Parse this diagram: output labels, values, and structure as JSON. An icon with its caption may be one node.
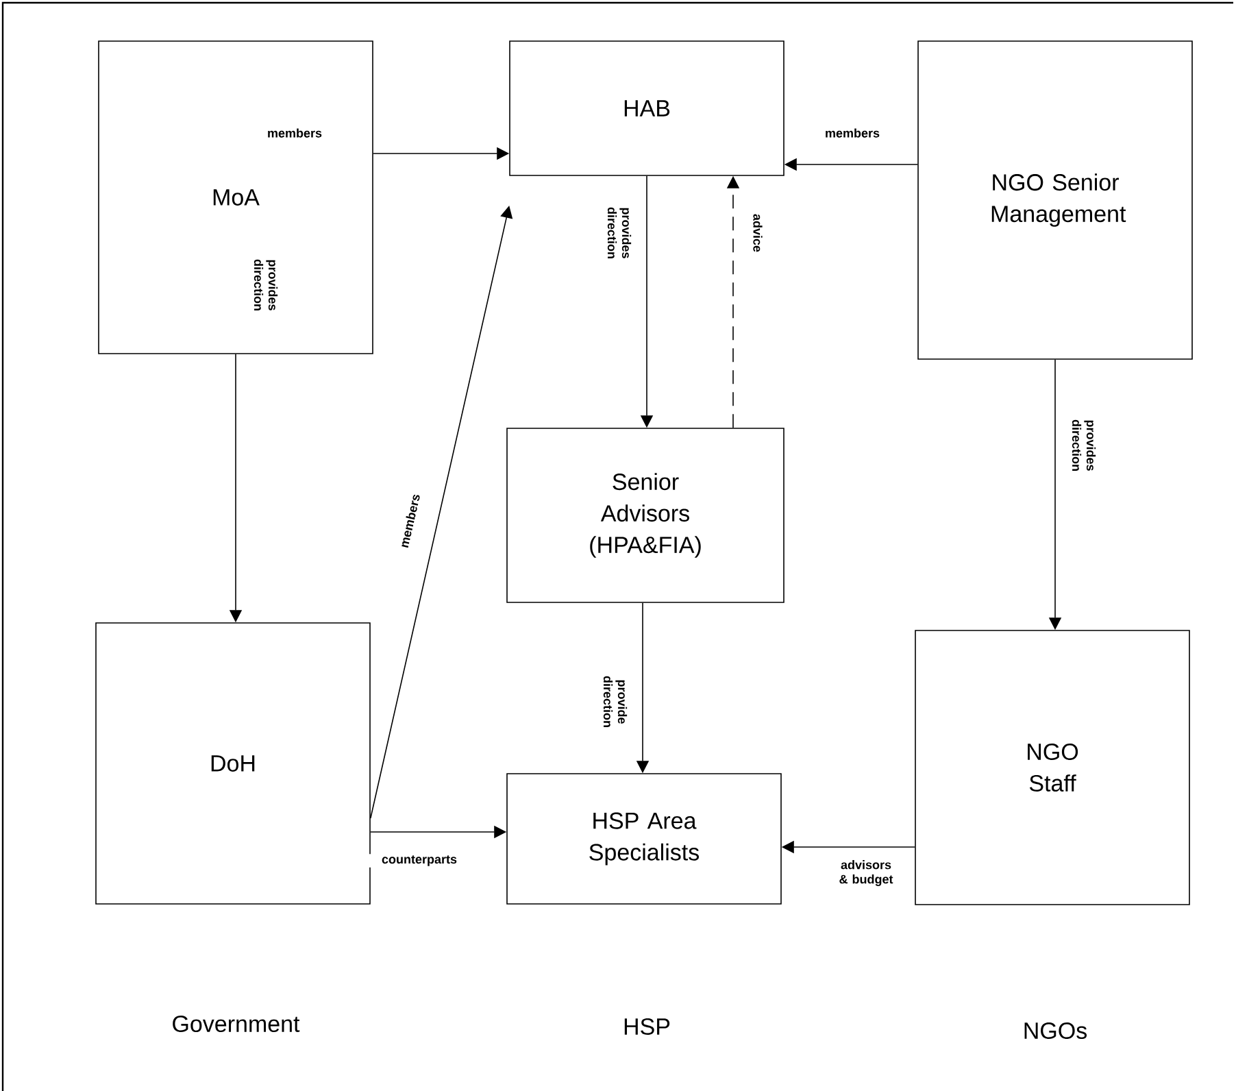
{
  "diagram": {
    "nodes": [
      {
        "text": [
          "MoA"
        ]
      },
      {
        "text": [
          "HAB"
        ]
      },
      {
        "text": [
          "NGO Senior Management"
        ]
      },
      {
        "text": [
          "Senior Advisors (HPA&FIA)"
        ]
      },
      {
        "text": [
          "DoH"
        ]
      },
      {
        "text": [
          "HSP Area Specialists"
        ]
      },
      {
        "text": [
          "NGO Staff"
        ]
      }
    ],
    "edges": [
      {
        "from": 0,
        "to": 1,
        "arrow": "to",
        "label": "members"
      },
      {
        "from": 2,
        "to": 1,
        "arrow": "to",
        "label": "members"
      },
      {
        "from": 0,
        "to": 4,
        "arrow": "to",
        "label": "provides direction"
      },
      {
        "from": 4,
        "to": 1,
        "arrow": "to",
        "label": "members"
      },
      {
        "from": 1,
        "to": 3,
        "arrow": "to",
        "label": "provides direction"
      },
      {
        "from": 3,
        "to": 1,
        "arrow": "to",
        "label": "advice",
        "style": "dashed"
      },
      {
        "from": 2,
        "to": 6,
        "arrow": "to",
        "label": "provides direction"
      },
      {
        "from": 3,
        "to": 5,
        "arrow": "to",
        "label": "provide direction"
      },
      {
        "from": 4,
        "to": 5,
        "arrow": "to",
        "label": "counterparts"
      },
      {
        "from": 6,
        "to": 5,
        "arrow": "to",
        "label": "advisors & budget"
      }
    ],
    "labels": [
      "Government",
      "HSP",
      "NGOs"
    ]
  }
}
